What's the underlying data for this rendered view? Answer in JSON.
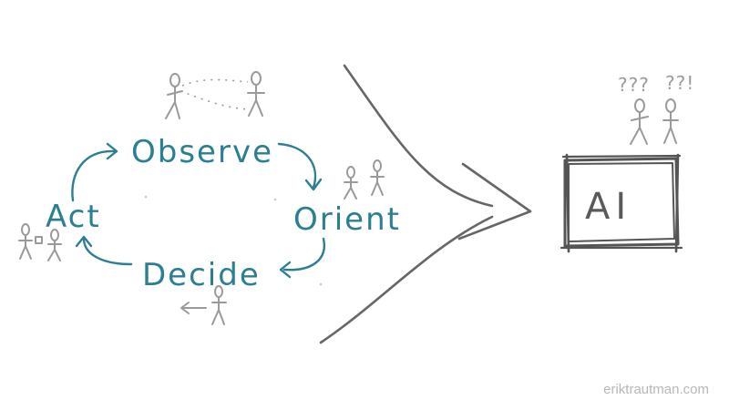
{
  "cycle": {
    "observe": "Observe",
    "orient": "Orient",
    "decide": "Decide",
    "act": "Act"
  },
  "ai": {
    "label": "AI"
  },
  "figures": {
    "confused_marks_left": "???",
    "confused_marks_right": "??!"
  },
  "footer": {
    "credit": "eriktrautman.com"
  },
  "colors": {
    "cycle": "#2a7f93",
    "figure": "#9a9a9a",
    "ai_box": "#555555",
    "big_arrow": "#666666",
    "footer": "#b7b7b7"
  }
}
